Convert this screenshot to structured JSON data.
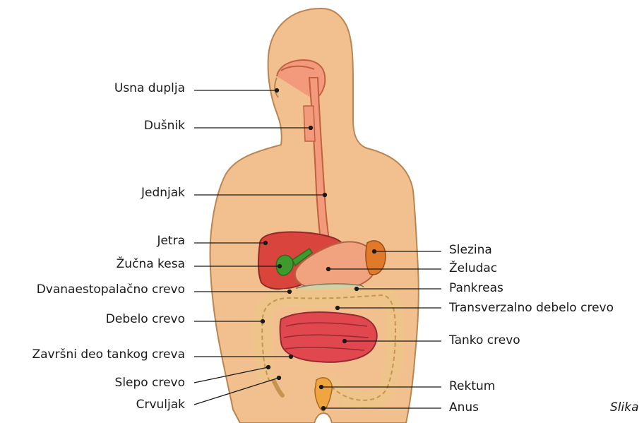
{
  "figure": {
    "caption": "Slika",
    "colors": {
      "skin": "#f2c08f",
      "skin_outline": "#b98552",
      "esophagus": "#f39a7c",
      "liver": "#d9453d",
      "gallbladder": "#3f9a2e",
      "stomach": "#f1a27e",
      "spleen": "#e07a2a",
      "pancreas": "#d2d0a8",
      "large_intestine": "#efc48a",
      "small_intestine": "#e0474f",
      "rectum": "#f0a540"
    }
  },
  "labels_left": [
    {
      "id": "usna-duplja",
      "text": "Usna duplja"
    },
    {
      "id": "dusnik",
      "text": "Dušnik"
    },
    {
      "id": "jednjak",
      "text": "Jednjak"
    },
    {
      "id": "jetra",
      "text": "Jetra"
    },
    {
      "id": "zucna-kesa",
      "text": "Žučna kesa"
    },
    {
      "id": "dvanaestopalacno",
      "text": "Dvanaestopalačno crevo"
    },
    {
      "id": "debelo-crevo",
      "text": "Debelo crevo"
    },
    {
      "id": "zavrsni-deo",
      "text": "Završni deo tankog creva"
    },
    {
      "id": "slepo-crevo",
      "text": "Slepo crevo"
    },
    {
      "id": "crvuljak",
      "text": "Crvuljak"
    }
  ],
  "labels_right": [
    {
      "id": "slezina",
      "text": "Slezina"
    },
    {
      "id": "zeludac",
      "text": "Želudac"
    },
    {
      "id": "pankreas",
      "text": "Pankreas"
    },
    {
      "id": "transverzalno",
      "text": "Transverzalno debelo crevo"
    },
    {
      "id": "tanko-crevo",
      "text": "Tanko crevo"
    },
    {
      "id": "rektum",
      "text": "Rektum"
    },
    {
      "id": "anus",
      "text": "Anus"
    }
  ]
}
